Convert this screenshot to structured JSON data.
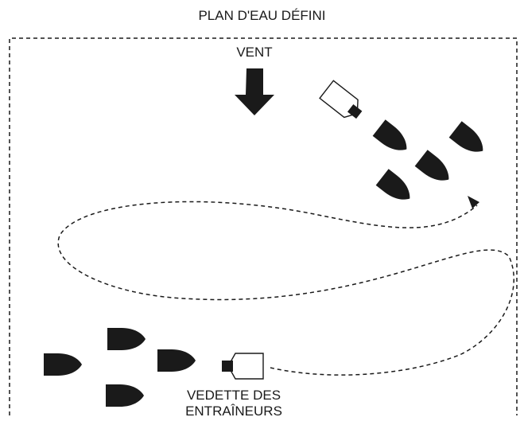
{
  "title": "PLAN D'EAU DÉFINI",
  "wind_label": "VENT",
  "coach_boat_label": [
    "VEDETTE DES",
    "ENTRAÎNEURS"
  ],
  "colors": {
    "ink": "#1a1a1a",
    "background": "#ffffff"
  },
  "icons": {
    "wind": "arrow-down-icon",
    "boat": "sailboat-hull-icon",
    "coach_boat": "motorboat-icon",
    "course": "dashed-course-arrow-icon"
  }
}
